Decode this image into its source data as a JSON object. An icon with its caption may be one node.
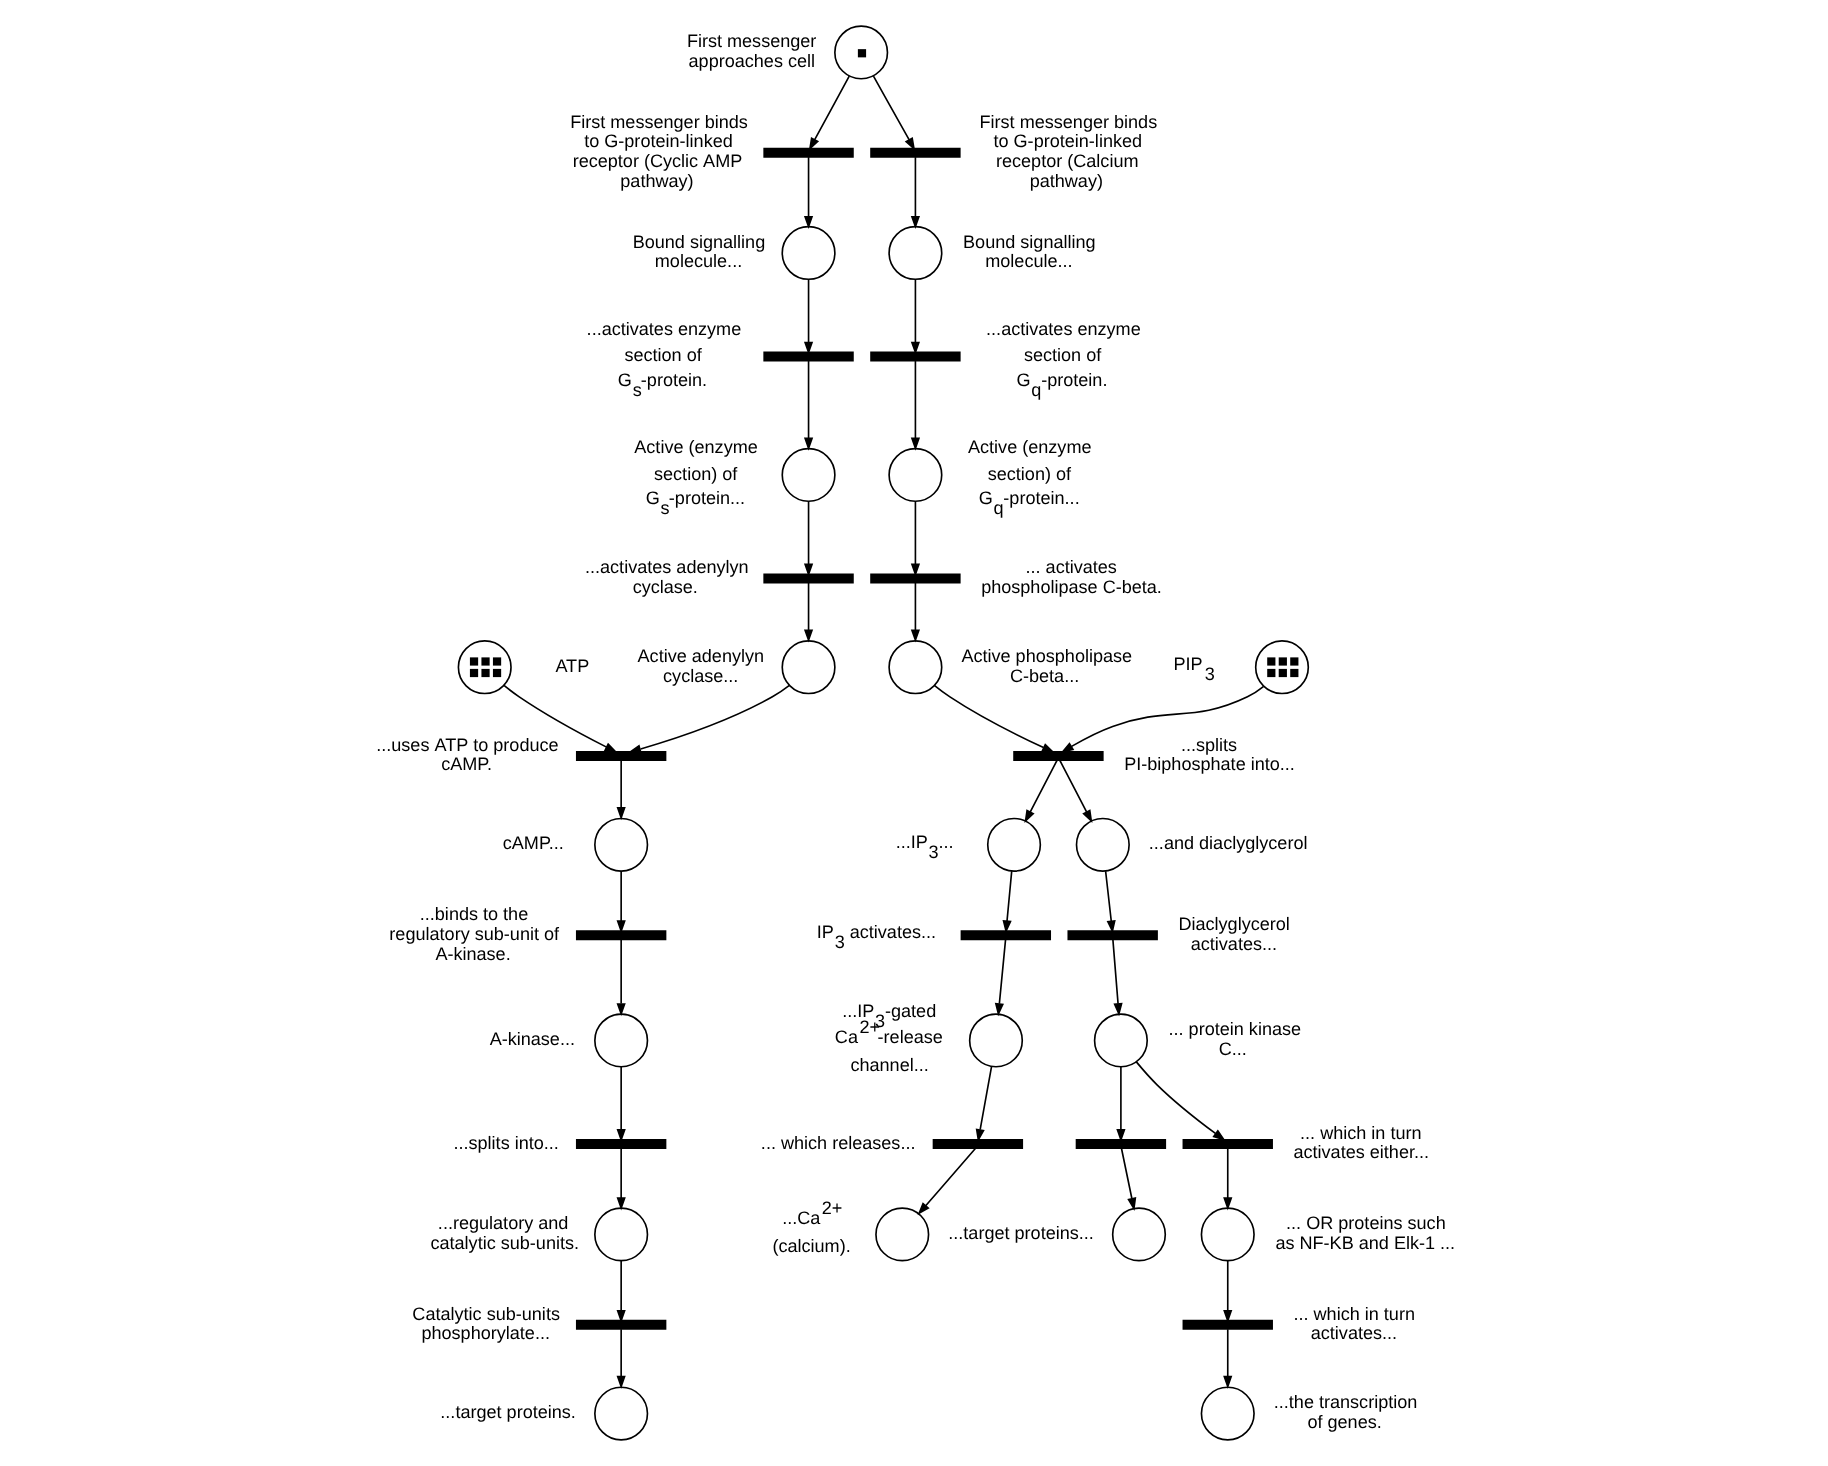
{
  "diagram": {
    "nodes": [
      {
        "text": [],
        "shape": "circle",
        "beside": [
          "First messenger approaches cell"
        ]
      },
      {
        "text": [],
        "shape": "bar",
        "beside": [
          "First messenger binds to G-protein-linked receptor (Cyclic AMP pathway)"
        ]
      },
      {
        "text": [],
        "shape": "bar",
        "beside": [
          "First messenger binds to G-protein-linked receptor (Calcium pathway)"
        ]
      },
      {
        "text": [],
        "shape": "circle",
        "beside": [
          "Bound signalling molecule..."
        ]
      },
      {
        "text": [],
        "shape": "circle",
        "beside": [
          "Bound signalling molecule..."
        ]
      },
      {
        "text": [],
        "shape": "bar",
        "beside": [
          "...activates enzyme section of G$_{s}$-protein."
        ]
      },
      {
        "text": [],
        "shape": "bar",
        "beside": [
          "...activates enzyme section of G$_{q}$-protein."
        ]
      },
      {
        "text": [],
        "shape": "circle",
        "beside": [
          "Active (enzyme section) of G$_{s}$-protein..."
        ]
      },
      {
        "text": [],
        "shape": "circle",
        "beside": [
          "Active (enzyme section) of G$_{q}$-protein..."
        ]
      },
      {
        "text": [],
        "shape": "bar",
        "beside": [
          "...activates adenylyn cyclase."
        ]
      },
      {
        "text": [],
        "shape": "bar",
        "beside": [
          "... activates phospholipase C-beta."
        ]
      },
      {
        "text": [],
        "shape": "circle",
        "beside": [
          "Active adenylyn cyclase..."
        ]
      },
      {
        "text": [],
        "shape": "circle",
        "beside": [
          "ATP"
        ]
      },
      {
        "text": [],
        "shape": "circle",
        "beside": [
          "PIP$_{3}$"
        ]
      },
      {
        "text": [],
        "shape": "circle",
        "beside": [
          "Active phospholipase C-beta..."
        ]
      },
      {
        "text": [],
        "shape": "bar",
        "beside": [
          "...uses ATP to produce cAMP."
        ]
      },
      {
        "text": [],
        "shape": "bar",
        "beside": [
          "...splits PI-biphosphate into..."
        ]
      },
      {
        "text": [],
        "shape": "circle",
        "beside": [
          "cAMP..."
        ]
      },
      {
        "text": [],
        "shape": "circle",
        "beside": [
          "...IP$_{3}$..."
        ]
      },
      {
        "text": [],
        "shape": "circle",
        "beside": [
          "...and diaclyglycerol"
        ]
      },
      {
        "text": [],
        "shape": "bar",
        "beside": [
          "...binds to the regulatory sub-unit of A-kinase."
        ]
      },
      {
        "text": [],
        "shape": "bar",
        "beside": [
          "IP$_{3}$ activates..."
        ]
      },
      {
        "text": [],
        "shape": "bar",
        "beside": [
          "Diaclyglycerol activates..."
        ]
      },
      {
        "text": [],
        "shape": "circle",
        "beside": [
          "A-kinase..."
        ]
      },
      {
        "text": [],
        "shape": "circle",
        "beside": [
          "...IP$_{3}$-gated Ca$^{2+}$-release channel..."
        ]
      },
      {
        "text": [],
        "shape": "circle",
        "beside": [
          "... protein kinase C..."
        ]
      },
      {
        "text": [],
        "shape": "bar",
        "beside": [
          "...splits into..."
        ]
      },
      {
        "text": [],
        "shape": "bar",
        "beside": [
          "... which releases..."
        ]
      },
      {
        "text": [],
        "shape": "bar"
      },
      {
        "text": [],
        "shape": "bar",
        "beside": [
          "... which in turn activates either..."
        ]
      },
      {
        "text": [],
        "shape": "circle",
        "beside": [
          "...regulatory and catalytic sub-units."
        ]
      },
      {
        "text": [],
        "shape": "circle",
        "beside": [
          "...Ca$^{2+}$ (calcium)."
        ]
      },
      {
        "text": [],
        "shape": "circle",
        "beside": [
          "...target proteins..."
        ]
      },
      {
        "text": [],
        "shape": "circle",
        "beside": [
          "... OR proteins such as NF-KB and Elk-1 ..."
        ]
      },
      {
        "text": [],
        "shape": "bar",
        "beside": [
          "Catalytic sub-units phosphorylate..."
        ]
      },
      {
        "text": [],
        "shape": "bar",
        "beside": [
          "... which in turn activates..."
        ]
      },
      {
        "text": [],
        "shape": "circle",
        "beside": [
          "...target proteins."
        ]
      },
      {
        "text": [],
        "shape": "circle",
        "beside": [
          "...the transcription of genes."
        ]
      }
    ],
    "edges": [
      {
        "from": 0,
        "to": 1,
        "arrow": "to"
      },
      {
        "from": 0,
        "to": 2,
        "arrow": "to"
      },
      {
        "from": 1,
        "to": 3,
        "arrow": "to"
      },
      {
        "from": 2,
        "to": 4,
        "arrow": "to"
      },
      {
        "from": 3,
        "to": 5,
        "arrow": "to"
      },
      {
        "from": 4,
        "to": 6,
        "arrow": "to"
      },
      {
        "from": 5,
        "to": 7,
        "arrow": "to"
      },
      {
        "from": 6,
        "to": 8,
        "arrow": "to"
      },
      {
        "from": 7,
        "to": 9,
        "arrow": "to"
      },
      {
        "from": 8,
        "to": 10,
        "arrow": "to"
      },
      {
        "from": 9,
        "to": 11,
        "arrow": "to"
      },
      {
        "from": 10,
        "to": 14,
        "arrow": "to"
      },
      {
        "from": 11,
        "to": 15,
        "arrow": "to"
      },
      {
        "from": 12,
        "to": 15,
        "arrow": "to"
      },
      {
        "from": 13,
        "to": 16,
        "arrow": "to"
      },
      {
        "from": 14,
        "to": 16,
        "arrow": "to"
      },
      {
        "from": 15,
        "to": 17,
        "arrow": "to"
      },
      {
        "from": 16,
        "to": 18,
        "arrow": "to"
      },
      {
        "from": 16,
        "to": 19,
        "arrow": "to"
      },
      {
        "from": 17,
        "to": 20,
        "arrow": "to"
      },
      {
        "from": 18,
        "to": 21,
        "arrow": "to"
      },
      {
        "from": 19,
        "to": 22,
        "arrow": "to"
      },
      {
        "from": 20,
        "to": 23,
        "arrow": "to"
      },
      {
        "from": 21,
        "to": 24,
        "arrow": "to"
      },
      {
        "from": 22,
        "to": 25,
        "arrow": "to"
      },
      {
        "from": 23,
        "to": 26,
        "arrow": "to"
      },
      {
        "from": 24,
        "to": 27,
        "arrow": "to"
      },
      {
        "from": 25,
        "to": 28,
        "arrow": "to"
      },
      {
        "from": 25,
        "to": 29,
        "arrow": "to"
      },
      {
        "from": 26,
        "to": 30,
        "arrow": "to"
      },
      {
        "from": 27,
        "to": 31,
        "arrow": "to"
      },
      {
        "from": 28,
        "to": 32,
        "arrow": "to"
      },
      {
        "from": 29,
        "to": 33,
        "arrow": "to"
      },
      {
        "from": 30,
        "to": 34,
        "arrow": "to"
      },
      {
        "from": 33,
        "to": 35,
        "arrow": "to"
      },
      {
        "from": 34,
        "to": 36,
        "arrow": "to"
      },
      {
        "from": 35,
        "to": 37,
        "arrow": "to"
      }
    ]
  }
}
